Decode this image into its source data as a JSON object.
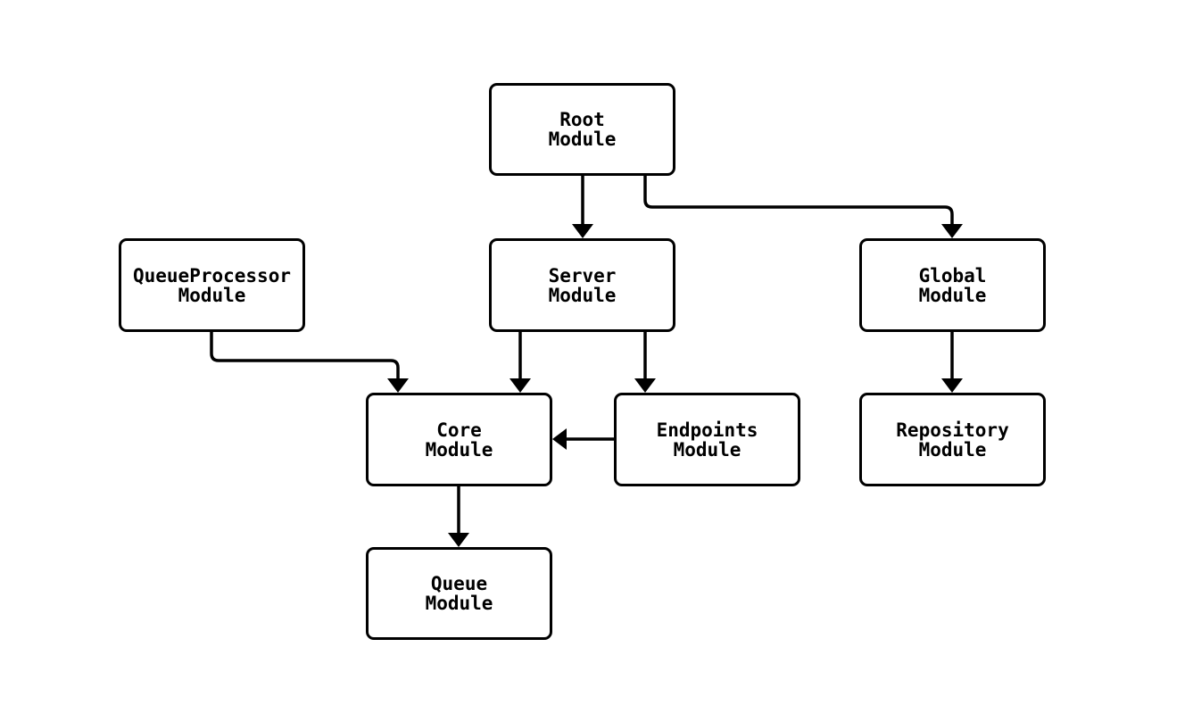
{
  "diagram": {
    "type": "flowchart",
    "background_color": "#ffffff",
    "line_color": "#000000",
    "text_color": "#000000",
    "nodes": {
      "root": {
        "line1": "Root",
        "line2": "Module"
      },
      "queueprocessor": {
        "line1": "QueueProcessor",
        "line2": "Module"
      },
      "server": {
        "line1": "Server",
        "line2": "Module"
      },
      "global": {
        "line1": "Global",
        "line2": "Module"
      },
      "core": {
        "line1": "Core",
        "line2": "Module"
      },
      "endpoints": {
        "line1": "Endpoints",
        "line2": "Module"
      },
      "repository": {
        "line1": "Repository",
        "line2": "Module"
      },
      "queue": {
        "line1": "Queue",
        "line2": "Module"
      }
    },
    "edges": [
      {
        "from": "Root Module",
        "to": "Server Module"
      },
      {
        "from": "Root Module",
        "to": "Global Module"
      },
      {
        "from": "QueueProcessor Module",
        "to": "Core Module"
      },
      {
        "from": "Server Module",
        "to": "Core Module"
      },
      {
        "from": "Server Module",
        "to": "Endpoints Module"
      },
      {
        "from": "Endpoints Module",
        "to": "Core Module"
      },
      {
        "from": "Global Module",
        "to": "Repository Module"
      },
      {
        "from": "Core Module",
        "to": "Queue Module"
      }
    ]
  }
}
